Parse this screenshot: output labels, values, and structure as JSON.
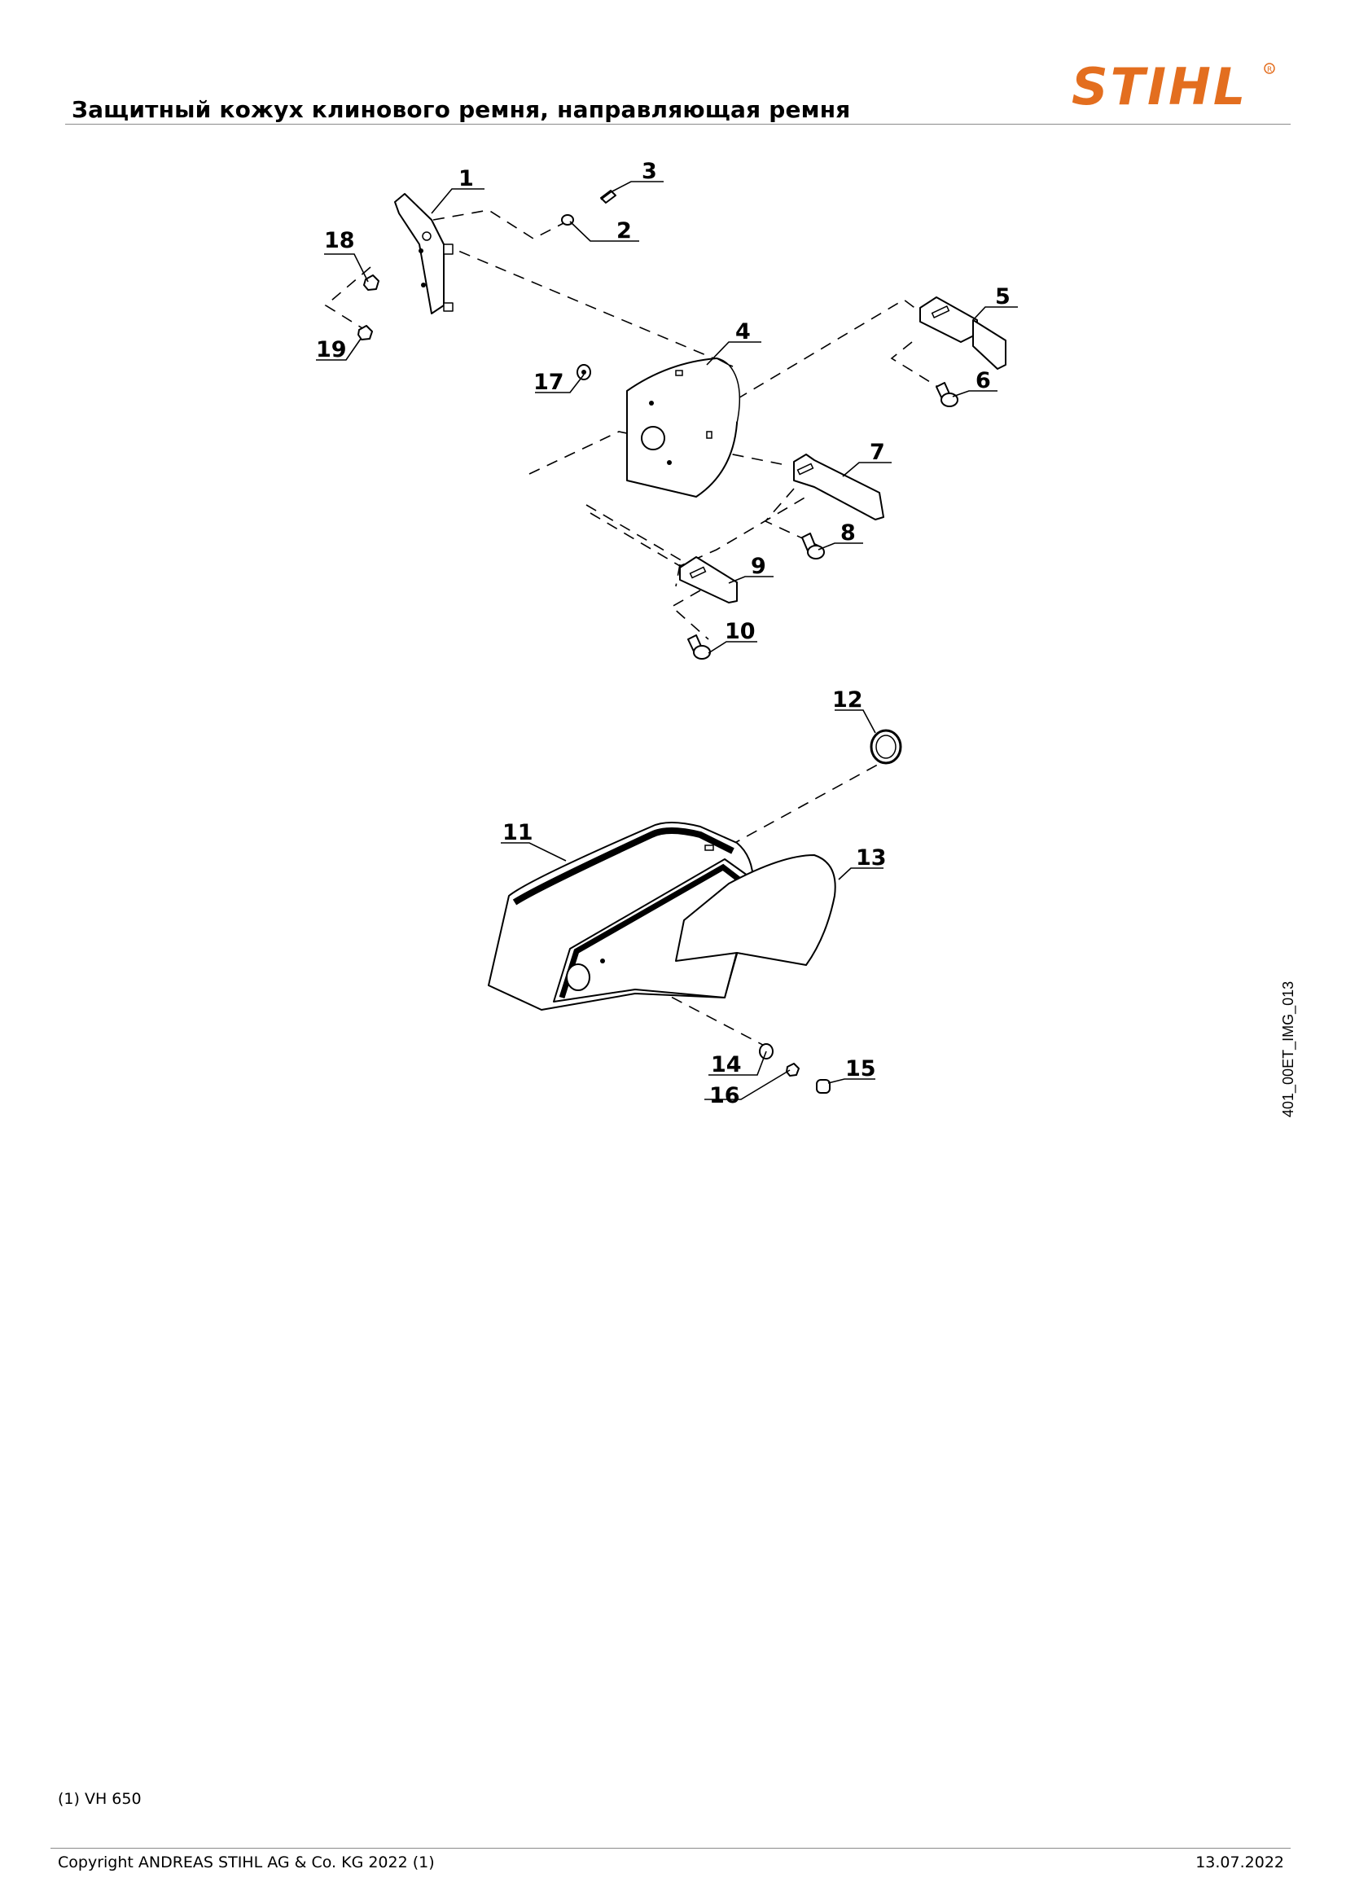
{
  "header": {
    "title": "Защитный кожух клинового ремня, направляющая ремня",
    "logo_text": "STIHL",
    "brand_color": "#e36e1f"
  },
  "diagram": {
    "image_id": "401_00ET_IMG_013",
    "callouts": [
      "1",
      "2",
      "3",
      "4",
      "5",
      "6",
      "7",
      "8",
      "9",
      "10",
      "11",
      "12",
      "13",
      "14",
      "15",
      "16",
      "17",
      "18",
      "19"
    ]
  },
  "footnote": "(1) VH 650",
  "footer": {
    "copyright": "Copyright ANDREAS STIHL AG & Co. KG 2022 (1)",
    "date": "13.07.2022"
  }
}
